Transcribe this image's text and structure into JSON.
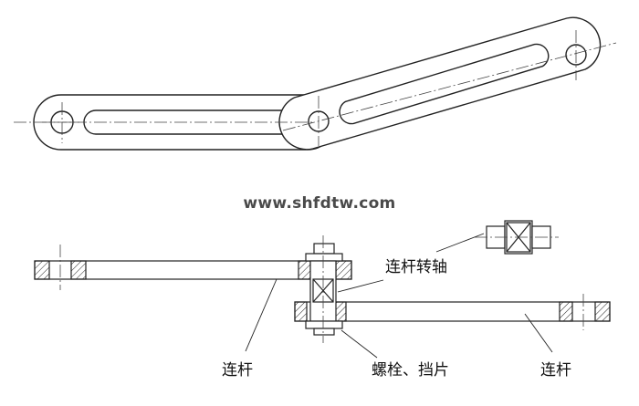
{
  "watermark": "www.shfdtw.com",
  "labels": {
    "pivot_shaft": "连杆转轴",
    "left_link": "连杆",
    "bolt_washer": "螺栓、挡片",
    "right_link": "连杆"
  }
}
